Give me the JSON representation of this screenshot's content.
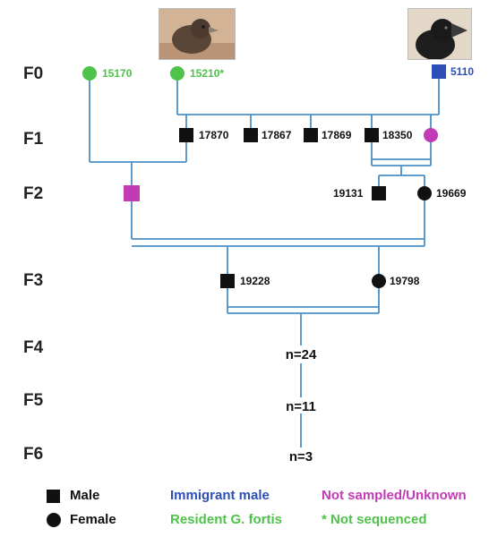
{
  "generations": [
    "F0",
    "F1",
    "F2",
    "F3",
    "F4",
    "F5",
    "F6"
  ],
  "individuals": {
    "f0_female_1": "15170",
    "f0_female_2": "15210*",
    "f0_immigrant": "5110",
    "f1_m1": "17870",
    "f1_m2": "17867",
    "f1_m3": "17869",
    "f1_m4": "18350",
    "f2_male": "19131",
    "f2_female": "19669",
    "f3_male": "19228",
    "f3_female": "19798"
  },
  "offspring": {
    "f4": "n=24",
    "f5": "n=11",
    "f6": "n=3"
  },
  "legend": {
    "male": "Male",
    "female": "Female",
    "immigrant": "Immigrant male",
    "resident": "Resident G. fortis",
    "unknown": "Not sampled/Unknown",
    "not_sequenced": "* Not sequenced"
  },
  "colors": {
    "line": "#4a90c8",
    "male_female": "#111111",
    "resident": "#4fc24a",
    "immigrant": "#2b4fb5",
    "unknown": "#c13cb4"
  }
}
